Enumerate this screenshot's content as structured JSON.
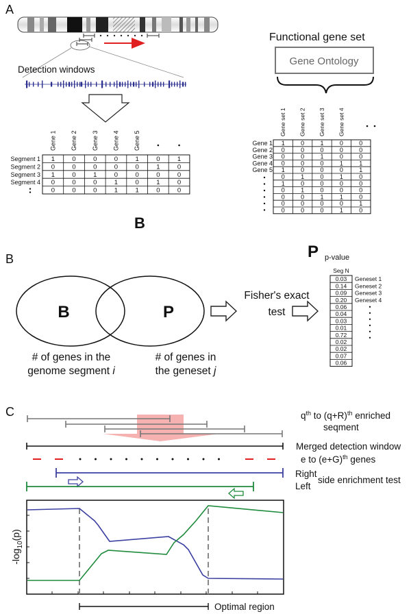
{
  "panel_a": {
    "label": "A",
    "detection_windows": "Detection windows",
    "functional_gene_set": "Functional gene set",
    "gene_ontology": "Gene Ontology",
    "b_matrix": {
      "columns": [
        "Gene 1",
        "Gene 2",
        "Gene 3",
        "Gene 4",
        "Gene 5"
      ],
      "rows": [
        "Segment 1",
        "Segment 2",
        "Segment 3",
        "Segment 4"
      ],
      "cells": [
        [
          "1",
          "0",
          "0",
          "0",
          "1",
          "0",
          "1"
        ],
        [
          "0",
          "0",
          "0",
          "0",
          "0",
          "1",
          "0"
        ],
        [
          "1",
          "0",
          "1",
          "0",
          "0",
          "0",
          "0"
        ],
        [
          "0",
          "0",
          "0",
          "1",
          "0",
          "1",
          "0"
        ],
        [
          "0",
          "0",
          "0",
          "1",
          "1",
          "0",
          "0"
        ]
      ],
      "name": "B"
    },
    "p_matrix": {
      "columns": [
        "Gene set 1",
        "Gene set 2",
        "Gene set 3",
        "Gene set 4"
      ],
      "rows": [
        "Gene 1",
        "Gene 2",
        "Gene 3",
        "Gene 4",
        "Gene 5"
      ],
      "cells": [
        [
          "1",
          "0",
          "1",
          "0",
          "0"
        ],
        [
          "0",
          "0",
          "0",
          "0",
          "0"
        ],
        [
          "0",
          "0",
          "1",
          "0",
          "0"
        ],
        [
          "0",
          "0",
          "0",
          "1",
          "1"
        ],
        [
          "1",
          "0",
          "0",
          "0",
          "1"
        ],
        [
          "0",
          "1",
          "0",
          "1",
          "0"
        ],
        [
          "1",
          "0",
          "0",
          "0",
          "0"
        ],
        [
          "0",
          "1",
          "0",
          "0",
          "0"
        ],
        [
          "0",
          "0",
          "1",
          "1",
          "0"
        ],
        [
          "0",
          "0",
          "0",
          "0",
          "1"
        ],
        [
          "0",
          "0",
          "0",
          "1",
          "0"
        ]
      ],
      "name": "P"
    }
  },
  "panel_b": {
    "label": "B",
    "venn_left": "B",
    "venn_right": "P",
    "fisher_line1": "Fisher's exact",
    "fisher_line2": "test",
    "left_caption_line1": "# of genes in the",
    "left_caption_line2": "genome segment i",
    "right_caption_line1": "# of genes in",
    "right_caption_line2": "the geneset j",
    "pvalue_title": "p-value",
    "pvalue_header": "Seg N",
    "pvalues": [
      "0.03",
      "0.14",
      "0.09",
      "0.20",
      "0.06",
      "0.04",
      "0.03",
      "0.01",
      "0.72",
      "0.02",
      "0.02",
      "0.07",
      "0.06"
    ],
    "genesets": [
      "Geneset 1",
      "Geneset 2",
      "Geneset 3",
      "Geneset 4"
    ]
  },
  "panel_c": {
    "label": "C",
    "enriched_segment_line1": "q th to (q+R) th enriched",
    "enriched_segment_line2": "seqment",
    "merged_window": "Merged detection window",
    "genes_range": "e to (e+G) th genes",
    "right_label": "Right",
    "left_label": "Left",
    "side_test": "side enrichment test",
    "ylabel": "-log10(p)",
    "optimal_region": "Optimal region",
    "colors": {
      "right_series": "#3a3fa0",
      "left_series": "#1e8a3c",
      "highlight": "#f08080",
      "dashed_red": "#e02020"
    }
  }
}
